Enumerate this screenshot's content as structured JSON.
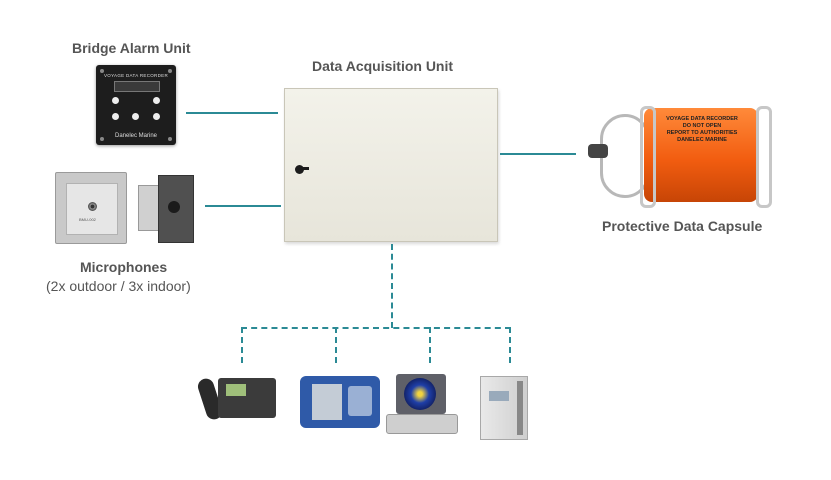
{
  "labels": {
    "bridge_alarm_unit": "Bridge Alarm Unit",
    "data_acquisition_unit": "Data Acquisition Unit",
    "protective_data_capsule": "Protective Data Capsule",
    "microphones": "Microphones",
    "microphones_note": "(2x outdoor / 3x indoor)"
  },
  "bridge_alarm_panel": {
    "title": "VOYAGE DATA RECORDER",
    "brand": "Danelec Marine"
  },
  "mic_panel": {
    "tag": "BMU-002"
  },
  "capsule_label": {
    "lines": [
      "VOYAGE DATA RECORDER",
      "DO NOT OPEN",
      "REPORT TO AUTHORITIES",
      "DANELEC MARINE"
    ]
  },
  "colors": {
    "connector": "#2b8a95",
    "capsule_orange": "#f25d10"
  }
}
